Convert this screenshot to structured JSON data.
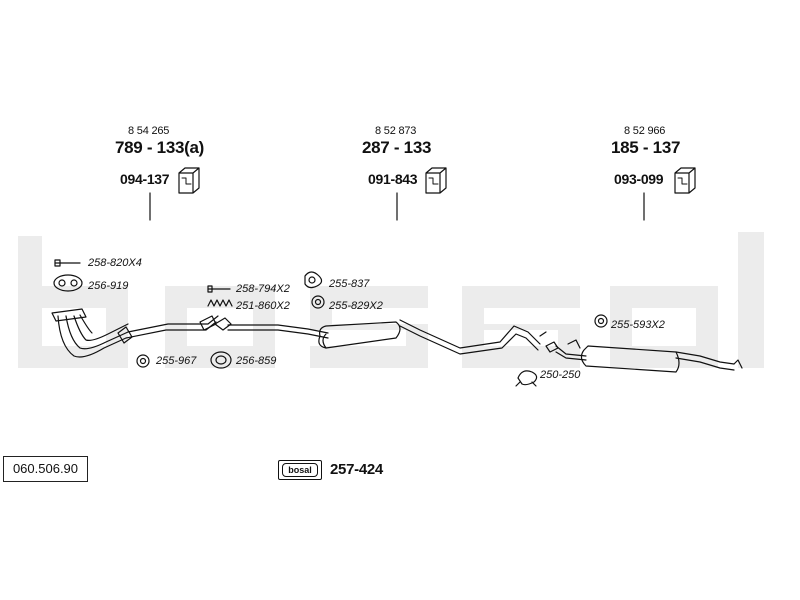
{
  "watermark": "bosal",
  "catalog_number": "060.506.90",
  "brand_badge": "bosal",
  "main_part": "257-424",
  "headers": [
    {
      "oe": "8 54 265",
      "part": "789 - 133(a)",
      "mount": "094-137",
      "icon": "mounting-kit-icon"
    },
    {
      "oe": "8 52 873",
      "part": "287 - 133",
      "mount": "091-843",
      "icon": "mounting-kit-icon"
    },
    {
      "oe": "8 52 966",
      "part": "185 - 137",
      "mount": "093-099",
      "icon": "mounting-kit-icon"
    }
  ],
  "parts": {
    "bolt_front": "258-820X4",
    "gasket_front": "256-919",
    "ring_front": "255-967",
    "gasket_mid": "256-859",
    "bolt_mid": "258-794X2",
    "spring_mid": "251-860X2",
    "clamp_mid": "255-837",
    "ring_mid": "255-829X2",
    "ring_rear": "255-593X2",
    "clamp_rear": "250-250"
  },
  "colors": {
    "line": "#111111",
    "watermark": "#ececec"
  }
}
